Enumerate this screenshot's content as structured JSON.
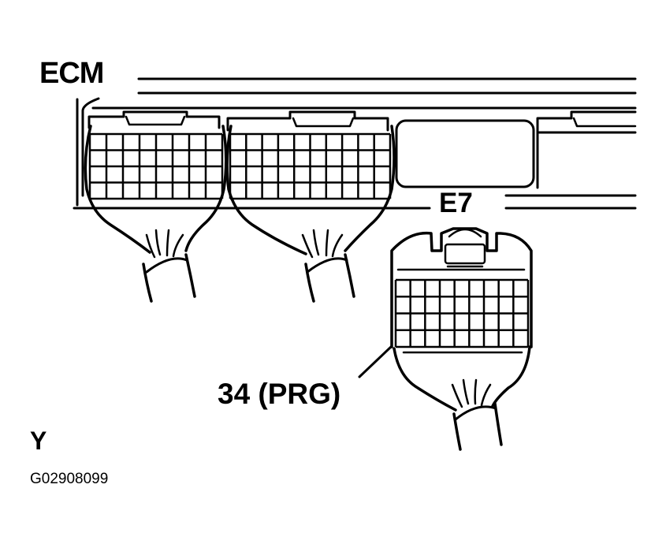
{
  "labels": {
    "ecm": "ECM",
    "connector": "E7",
    "pin": "34 (PRG)",
    "view": "Y",
    "figure_code": "G02908099"
  },
  "colors": {
    "line": "#000000",
    "background": "#ffffff"
  }
}
